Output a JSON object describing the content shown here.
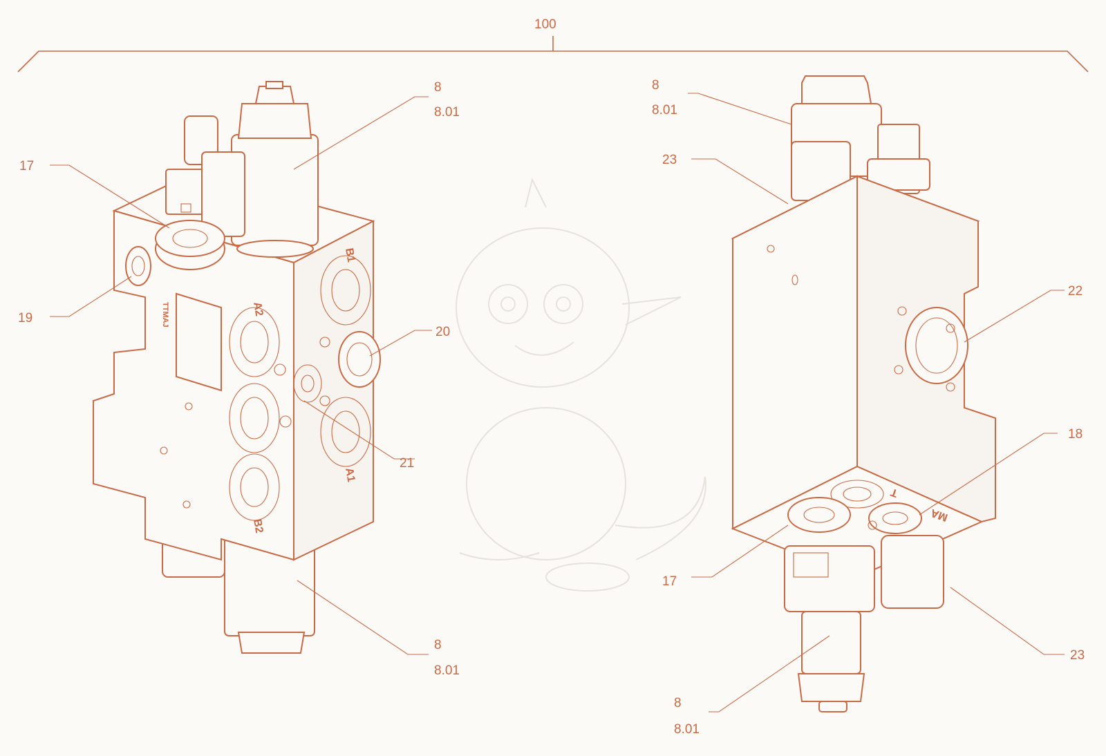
{
  "assembly": {
    "label": "100"
  },
  "left_view": {
    "callouts": {
      "c8": "8",
      "c8_01": "8.01",
      "c17": "17",
      "c19": "19",
      "c20": "20",
      "c21": "21",
      "c8_bottom": "8",
      "c8_01_bottom": "8.01"
    },
    "ports": {
      "b1": "B1",
      "a2": "A2",
      "a1": "A1",
      "b2": "B2"
    },
    "plate_text": "TTMAJ"
  },
  "right_view": {
    "callouts": {
      "c8": "8",
      "c8_01": "8.01",
      "c23_top": "23",
      "c22": "22",
      "c18": "18",
      "c17": "17",
      "c23_bottom": "23",
      "c8_bottom": "8",
      "c8_01_bottom": "8.01"
    },
    "ports": {
      "t": "T",
      "ma": "MA"
    }
  },
  "colors": {
    "line": "#c96a44",
    "background": "#fbfaf7",
    "watermark": "#e6e2dc"
  },
  "watermark": {
    "icon": "baby-dragon-watermark"
  }
}
